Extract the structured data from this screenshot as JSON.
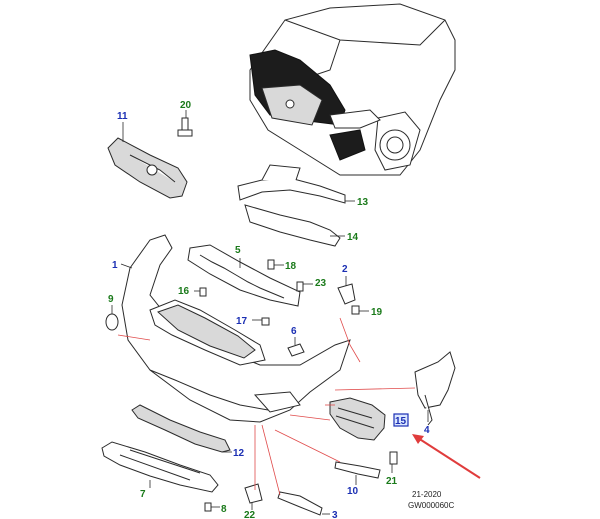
{
  "colors": {
    "blue_callout": "#1b2fb3",
    "green_callout": "#1a7a1a",
    "arrow": "#e03c3c",
    "highlight_box": "#1b2fb3"
  },
  "callouts": {
    "c1": "1",
    "c2": "2",
    "c3": "3",
    "c4": "4",
    "c5": "5",
    "c6": "6",
    "c7": "7",
    "c8": "8",
    "c9": "9",
    "c10": "10",
    "c11": "11",
    "c12": "12",
    "c13": "13",
    "c14": "14",
    "c15": "15",
    "c16": "16",
    "c17": "17",
    "c18": "18",
    "c19": "19",
    "c20": "20",
    "c21": "21",
    "c22": "22",
    "c23": "23"
  },
  "footer": {
    "date": "21-2020",
    "drawing_code": "GW000060C"
  }
}
